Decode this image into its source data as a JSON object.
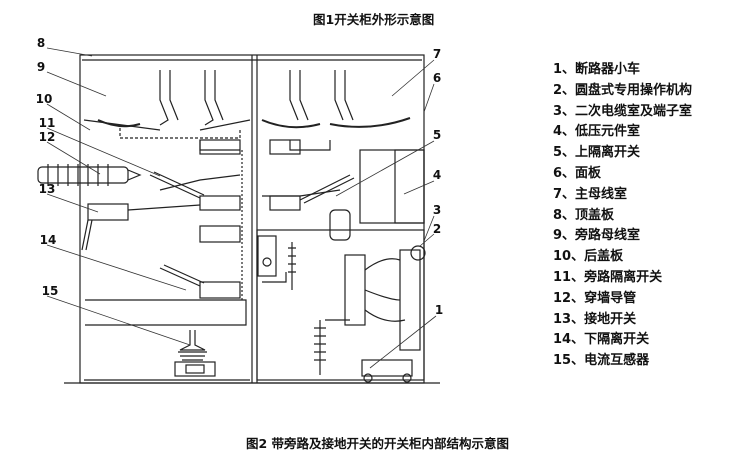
{
  "figure": {
    "top_caption": "图1开关柜外形示意图",
    "bottom_caption": "图2 带旁路及接地开关的开关柜内部结构示意图"
  },
  "callouts": [
    "8",
    "9",
    "10",
    "11",
    "12",
    "13",
    "14",
    "15",
    "7",
    "6",
    "5",
    "4",
    "3",
    "2",
    "1"
  ],
  "legend": [
    "1、断路器小车",
    "2、圆盘式专用操作机构",
    "3、二次电缆室及端子室",
    "4、低压元件室",
    "5、上隔离开关",
    "6、面板",
    "7、主母线室",
    "8、顶盖板",
    "9、旁路母线室",
    "10、后盖板",
    "11、旁路隔离开关",
    "12、穿墙导管",
    "13、接地开关",
    "14、下隔离开关",
    "15、电流互感器"
  ]
}
